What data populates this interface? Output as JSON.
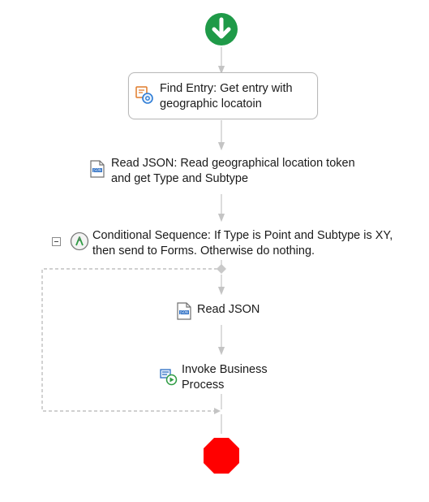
{
  "workflow": {
    "start": {
      "icon": "green-down-arrow-start-icon",
      "color": "#1f9a48"
    },
    "find_entry": {
      "icon": "find-entry-icon",
      "label": "Find Entry: Get entry with geographic locatoin"
    },
    "read_json_1": {
      "icon": "json-document-icon",
      "label": "Read JSON: Read geographical location token and get Type and Subtype"
    },
    "conditional": {
      "icon": "conditional-sequence-icon",
      "collapse_icon": "collapse-minus-icon",
      "label": "Conditional Sequence: If Type is Point and Subtype is XY, then send to Forms. Otherwise do nothing."
    },
    "read_json_2": {
      "icon": "json-document-icon",
      "label": "Read JSON"
    },
    "invoke": {
      "icon": "invoke-business-process-icon",
      "label": "Invoke Business Process"
    },
    "stop": {
      "icon": "red-octagon-stop-icon",
      "color": "#ff0000"
    },
    "connector_color": "#c0c0c0"
  }
}
